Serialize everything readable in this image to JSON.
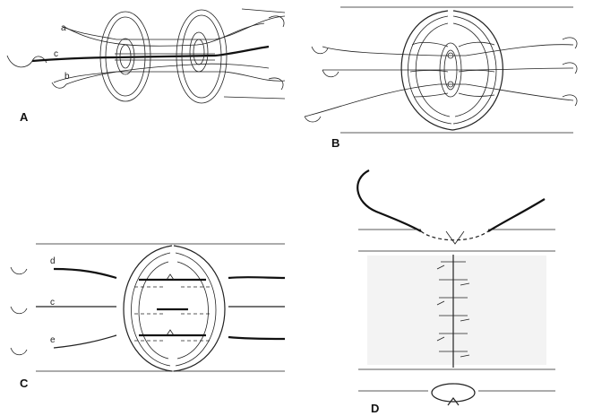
{
  "panels": {
    "a": {
      "label": "A",
      "strand_labels": [
        "a",
        "c",
        "b"
      ]
    },
    "b": {
      "label": "B"
    },
    "c": {
      "label": "C",
      "strand_labels": [
        "d",
        "c",
        "e"
      ]
    },
    "d": {
      "label": "D"
    }
  }
}
